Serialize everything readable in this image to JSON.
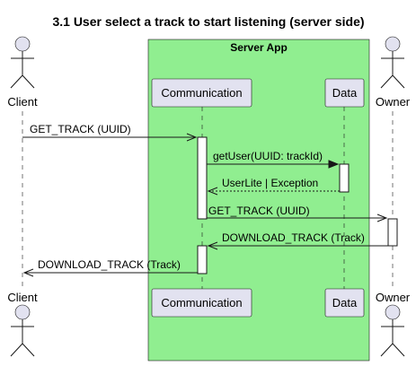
{
  "title": "3.1 User select a track to start listening (server side)",
  "box": {
    "label": "Server App",
    "color": "#90EE90"
  },
  "participants": {
    "client": "Client",
    "communication": "Communication",
    "data": "Data",
    "owner": "Owner"
  },
  "messages": [
    {
      "from": "Client",
      "to": "Communication",
      "label": "GET_TRACK (UUID)",
      "style": "open"
    },
    {
      "from": "Communication",
      "to": "Data",
      "label": "getUser(UUID: trackId)",
      "style": "filled"
    },
    {
      "from": "Data",
      "to": "Communication",
      "label": "UserLite | Exception",
      "style": "dashed"
    },
    {
      "from": "Communication",
      "to": "Owner",
      "label": "GET_TRACK (UUID)",
      "style": "open"
    },
    {
      "from": "Owner",
      "to": "Communication",
      "label": "DOWNLOAD_TRACK (Track)",
      "style": "open"
    },
    {
      "from": "Communication",
      "to": "Client",
      "label": "DOWNLOAD_TRACK (Track)",
      "style": "open"
    }
  ]
}
